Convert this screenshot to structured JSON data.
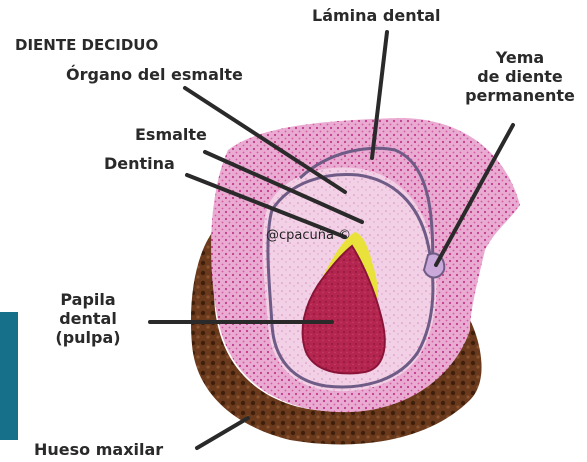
{
  "labels": {
    "diente_deciduo": "DIENTE DECIDUO",
    "lamina_dental": "Lámina dental",
    "organo_esmalte": "Órgano del esmalte",
    "esmalte": "Esmalte",
    "dentina": "Dentina",
    "yema_line1": "Yema",
    "yema_line2": "de diente",
    "yema_line3": "permanente",
    "papila_line1": "Papila",
    "papila_line2": "dental",
    "papila_line3": "(pulpa)",
    "hueso": "Hueso maxilar"
  },
  "watermark": "@cpacuña ©",
  "colors": {
    "outer_tissue": "#e7a9cf",
    "outer_dots": "#c0398a",
    "inner_tissue": "#f3d3e8",
    "enamel_organ": "#f8e6f2",
    "epithelium_line": "#6e5b86",
    "papilla": "#b02550",
    "papilla_dark": "#8a1438",
    "enamel": "#e8e23a",
    "bone": "#6b3a1c",
    "bone_dark": "#3d1f0c",
    "pointer": "#2a2a2a",
    "side_panel": "#17708a"
  }
}
